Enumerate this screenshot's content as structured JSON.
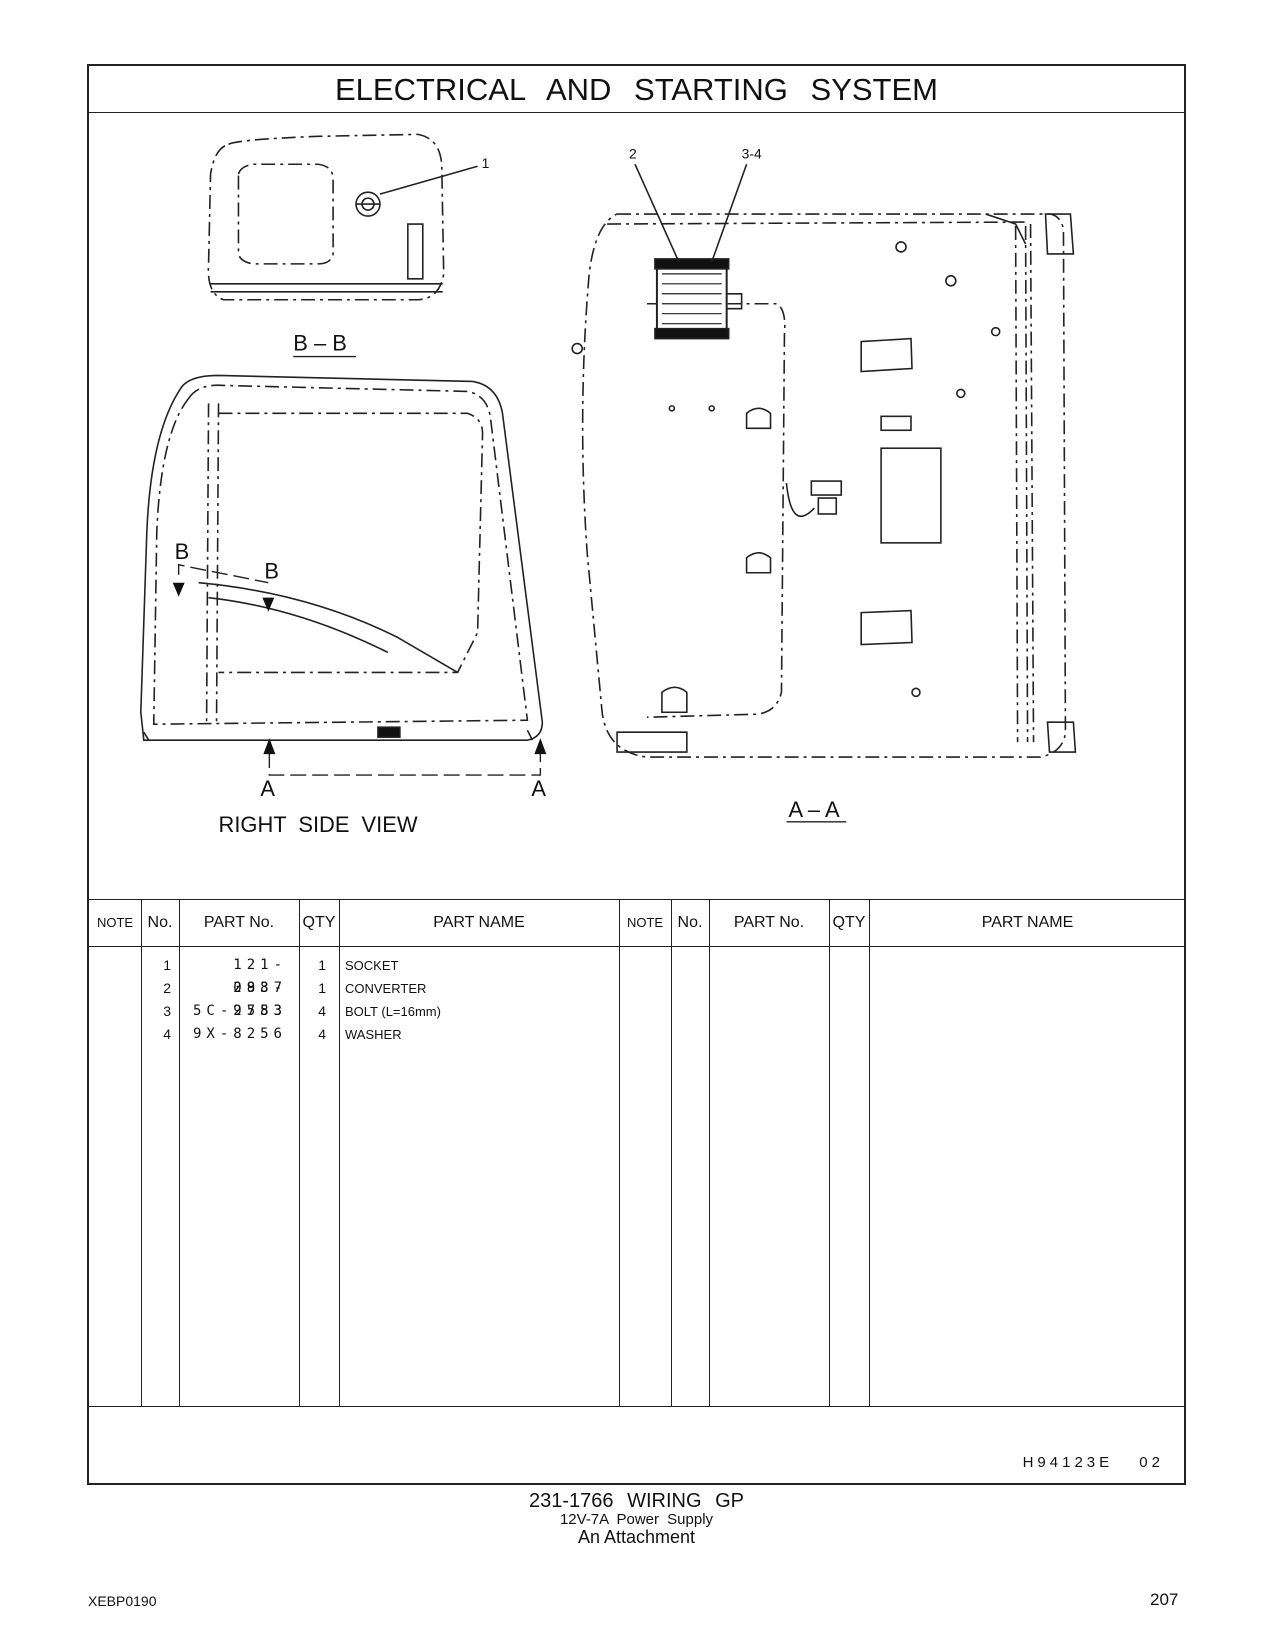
{
  "page_title": "ELECTRICAL AND STARTING SYSTEM",
  "drawing": {
    "view_bb": "B – B",
    "view_aa": "A – A",
    "right_side_view": "RIGHT SIDE VIEW",
    "callout_1": "1",
    "callout_2": "2",
    "callout_3_4": "3-4",
    "section_b": "B",
    "section_a": "A"
  },
  "table": {
    "headers": {
      "note": "NOTE",
      "no": "No.",
      "part_no": "PART No.",
      "qty": "QTY",
      "part_name": "PART NAME"
    },
    "rows": [
      {
        "no": "1",
        "part_no": "121-0987",
        "qty": "1",
        "name": "SOCKET"
      },
      {
        "no": "2",
        "part_no": "283-2783",
        "qty": "1",
        "name": "CONVERTER"
      },
      {
        "no": "3",
        "part_no": "5C-9553",
        "qty": "4",
        "name": "BOLT (L=16mm)"
      },
      {
        "no": "4",
        "part_no": "9X-8256",
        "qty": "4",
        "name": "WASHER"
      }
    ]
  },
  "ref_code": "H94123E 02",
  "caption": {
    "main": "231-1766 WIRING GP",
    "sub": "12V-7A Power Supply",
    "sub2": "An Attachment"
  },
  "doc_code": "XEBP0190",
  "page_number": "207"
}
